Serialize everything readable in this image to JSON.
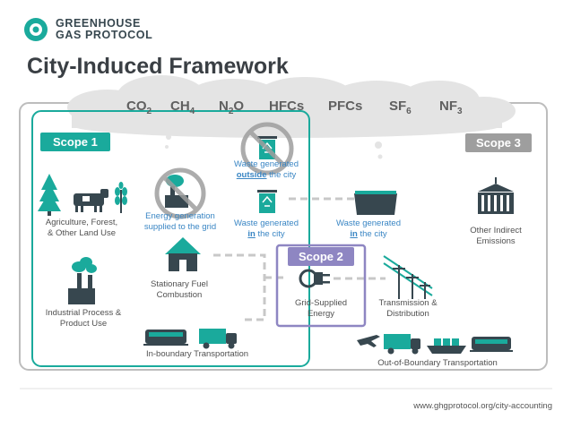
{
  "logo": {
    "line1": "GREENHOUSE",
    "line2": "GAS PROTOCOL"
  },
  "title": "City-Induced Framework",
  "gases": [
    {
      "base": "CO",
      "sub": "2"
    },
    {
      "base": "CH",
      "sub": "4"
    },
    {
      "base": "N",
      "sub": "2",
      "tail": "O"
    },
    {
      "base": "HFCs",
      "sub": ""
    },
    {
      "base": "PFCs",
      "sub": ""
    },
    {
      "base": "SF",
      "sub": "6"
    },
    {
      "base": "NF",
      "sub": "3"
    }
  ],
  "scopes": {
    "scope1": "Scope 1",
    "scope2": "Scope 2",
    "scope3": "Scope 3"
  },
  "labels": {
    "agriculture": [
      "Agriculture, Forest,",
      "& Other Land Use"
    ],
    "industrial": [
      "Industrial Process &",
      "Product Use"
    ],
    "energy_generation": [
      "Energy generation",
      "supplied to the grid"
    ],
    "stationary": [
      "Stationary Fuel",
      "Combustion"
    ],
    "in_boundary_transport": "In-boundary Transportation",
    "waste_outside": {
      "pre": "Waste generated",
      "emph": "outside",
      "post": "the city"
    },
    "waste_in_1": {
      "pre": "Waste generated",
      "emph": "in",
      "post": "the city"
    },
    "waste_in_2": {
      "pre": "Waste generated",
      "emph": "in",
      "post": "the city"
    },
    "grid_energy": [
      "Grid-Supplied",
      "Energy"
    ],
    "transmission": [
      "Transmission &",
      "Distribution"
    ],
    "other_indirect": [
      "Other Indirect",
      "Emissions"
    ],
    "out_of_boundary_transport": "Out-of-Boundary Transportation"
  },
  "footer": "www.ghgprotocol.org/city-accounting",
  "colors": {
    "teal": "#1aaa9c",
    "dark": "#37474f",
    "scope2": "#8e86c2",
    "scope3": "#9e9e9e",
    "cloud": "#e4e4e4"
  }
}
